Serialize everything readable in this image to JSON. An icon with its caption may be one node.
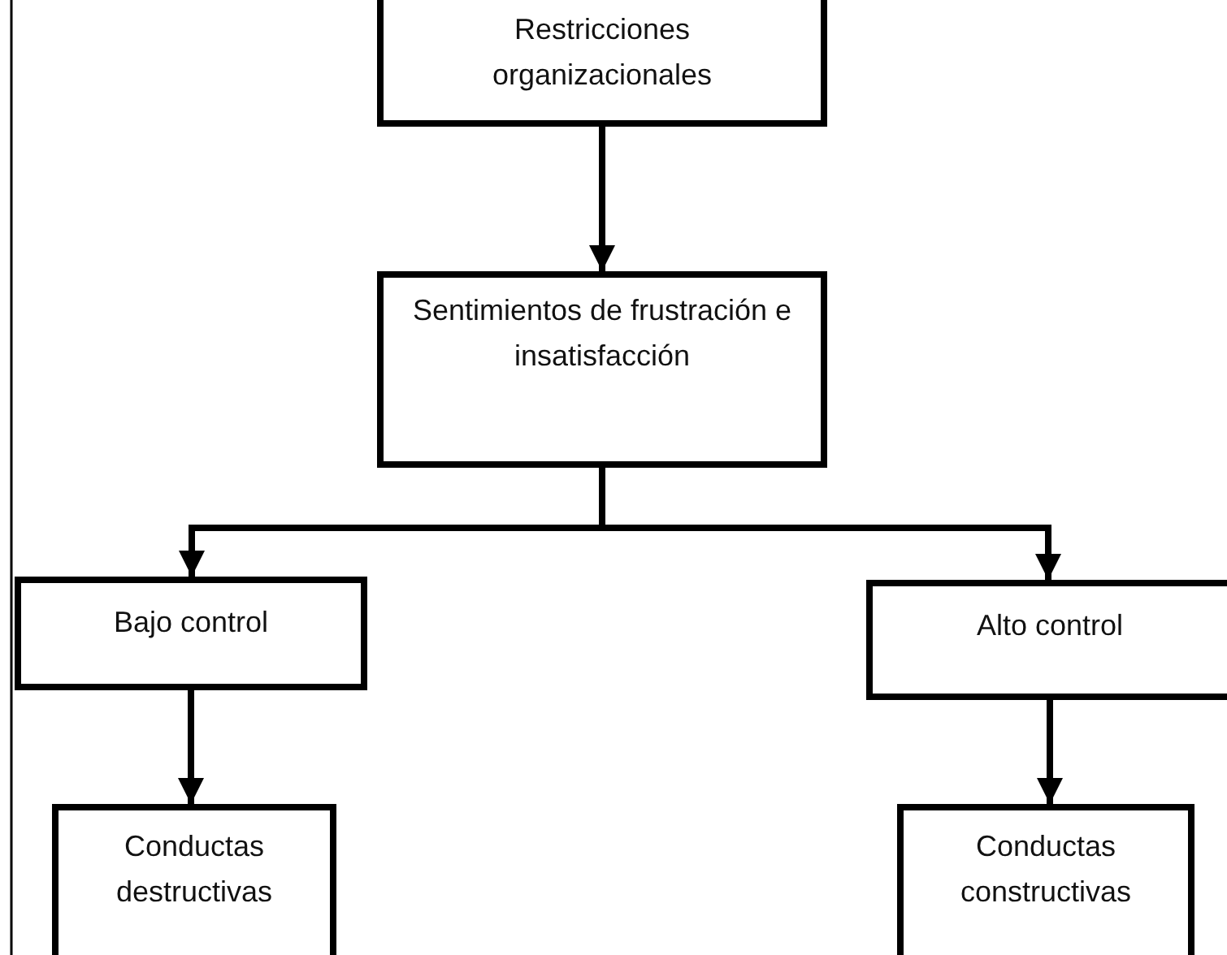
{
  "diagram": {
    "nodes": [
      {
        "text": [
          "Restricciones organizacionales"
        ]
      },
      {
        "text": [
          "Sentimientos de frustración e insatisfacción"
        ]
      },
      {
        "text": [
          "Bajo control"
        ]
      },
      {
        "text": [
          "Alto control"
        ]
      },
      {
        "text": [
          "Conductas destructivas"
        ]
      },
      {
        "text": [
          "Conductas constructivas"
        ]
      }
    ],
    "edges": [
      {
        "from": 0,
        "to": 1,
        "arrow": "to"
      },
      {
        "from": 1,
        "to": 2,
        "arrow": "to"
      },
      {
        "from": 1,
        "to": 3,
        "arrow": "to"
      },
      {
        "from": 2,
        "to": 4,
        "arrow": "to"
      },
      {
        "from": 3,
        "to": 5,
        "arrow": "to"
      }
    ]
  }
}
